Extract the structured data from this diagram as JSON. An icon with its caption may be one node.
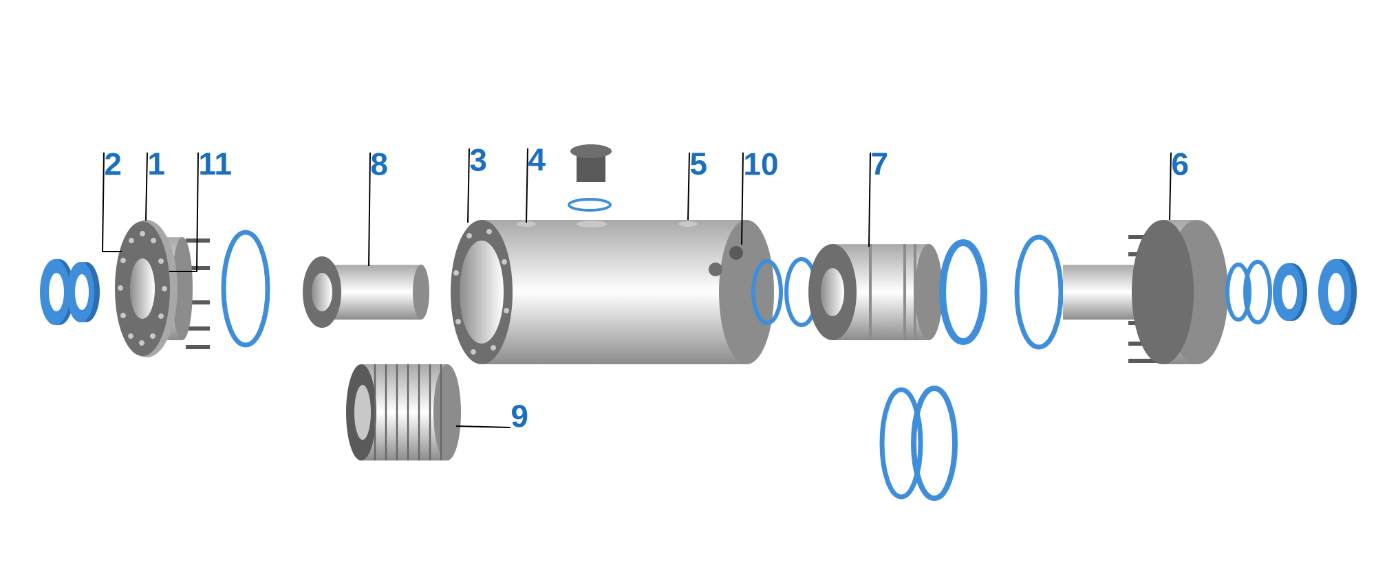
{
  "diagram": {
    "nodes": [
      {
        "text": [
          "2"
        ]
      },
      {
        "text": [
          "1"
        ]
      },
      {
        "text": [
          "11"
        ]
      },
      {
        "text": [
          "8"
        ]
      },
      {
        "text": [
          "3"
        ]
      },
      {
        "text": [
          "4"
        ]
      },
      {
        "text": [
          "5"
        ]
      },
      {
        "text": [
          "10"
        ]
      },
      {
        "text": [
          "7"
        ]
      },
      {
        "text": [
          "6"
        ]
      },
      {
        "text": [
          "9"
        ]
      }
    ],
    "edges": [
      {
        "from": 0,
        "to": null,
        "arrow": "none"
      },
      {
        "from": 1,
        "to": null,
        "arrow": "none"
      },
      {
        "from": 2,
        "to": null,
        "arrow": "none"
      },
      {
        "from": 3,
        "to": null,
        "arrow": "none"
      },
      {
        "from": 4,
        "to": null,
        "arrow": "none"
      },
      {
        "from": 5,
        "to": null,
        "arrow": "none"
      },
      {
        "from": 6,
        "to": null,
        "arrow": "none"
      },
      {
        "from": 7,
        "to": null,
        "arrow": "none"
      },
      {
        "from": 8,
        "to": null,
        "arrow": "none"
      },
      {
        "from": 9,
        "to": null,
        "arrow": "none"
      },
      {
        "from": 10,
        "to": null,
        "arrow": "none"
      }
    ]
  }
}
